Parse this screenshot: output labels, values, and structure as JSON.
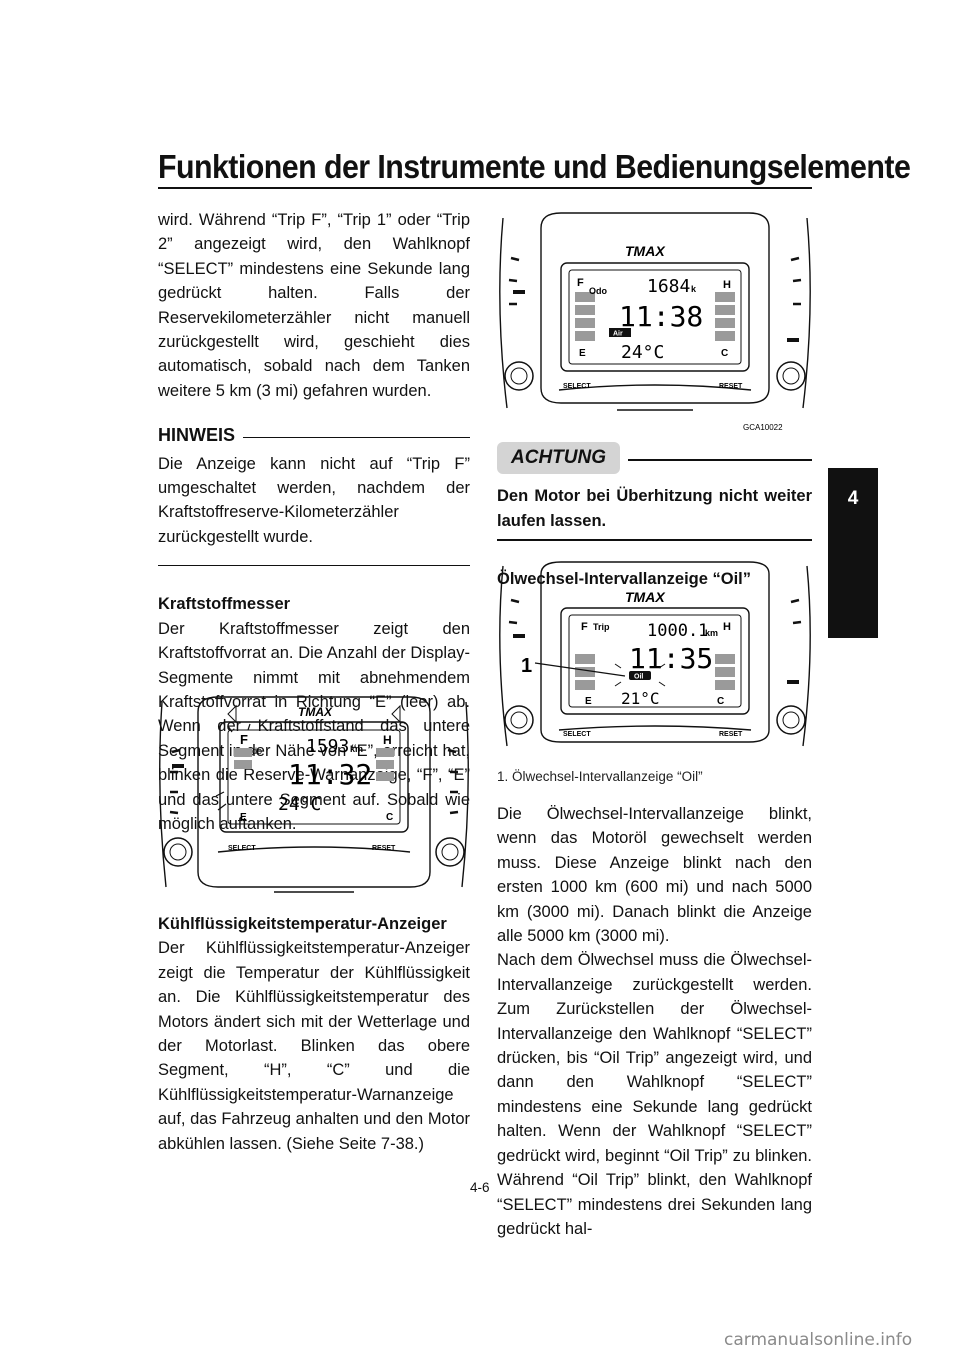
{
  "header": {
    "title": "Funktionen der Instrumente und Bedienungselemente"
  },
  "chapter_tab": "4",
  "page_number": "4-6",
  "watermark": "carmanualsonline.info",
  "left_column": {
    "intro_paragraph": "wird. Während “Trip F”, “Trip 1” oder “Trip 2” angezeigt wird, den Wahlknopf “SELECT” mindestens eine Sekunde lang gedrückt halten. Falls der Reservekilometerzähler nicht manuell zurückgestellt wird, geschieht dies automatisch, sobald nach dem Tanken weitere 5 km (3 mi) gefahren wurden.",
    "note_heading": "HINWEIS",
    "note_text": "Die Anzeige kann nicht auf “Trip F” umgeschaltet werden, nachdem der Kraftstoffreserve-Kilometerzähler zurückgestellt wurde.",
    "fuel_heading": "Kraftstoffmesser",
    "fuel_text": "Der Kraftstoffmesser zeigt den Kraftstoffvorrat an. Die Anzahl der Display-Segmente nimmt mit abnehmendem Kraftstoffvorrat in Richtung “E” (leer) ab. Wenn der Kraftstoffstand das untere Segment in der Nähe von “E”, erreicht hat, blinken die Reserve-Warnanzeige, “F”, “E” und das untere Segment auf. Sobald wie möglich auftanken.",
    "coolant_heading": "Kühlflüssigkeitstemperatur-Anzeiger",
    "coolant_text": "Der Kühlflüssigkeitstemperatur-Anzeiger zeigt die Temperatur der Kühlflüssigkeit an. Die Kühlflüssigkeitstemperatur des Motors ändert sich mit der Wetterlage und der Motorlast. Blinken das obere Segment, “H”, “C” und die Kühlflüssigkeitstemperatur-Warnanzeige auf, das Fahrzeug anhalten und den Motor abkühlen lassen. (Siehe Seite 7-38.)"
  },
  "right_column": {
    "figure_code": "GCA10022",
    "caution_badge": "ACHTUNG",
    "caution_text": "Den Motor bei Überhitzung nicht weiter laufen lassen.",
    "oil_heading": "Ölwechsel-Intervallanzeige “Oil”",
    "oil_caption": "1. Ölwechsel-Intervallanzeige “Oil”",
    "oil_text": "Die Ölwechsel-Intervallanzeige blinkt, wenn das Motoröl gewechselt werden muss. Diese Anzeige blinkt nach den ersten 1000 km (600 mi) und nach 5000 km (3000 mi). Danach blinkt die Anzeige alle 5000 km (3000 mi).\nNach dem Ölwechsel muss die Ölwechsel-Intervallanzeige zurückgestellt werden. Zum Zurückstellen der Ölwechsel-Intervallanzeige den Wahlknopf “SELECT” drücken, bis “Oil Trip” angezeigt wird, und dann den Wahlknopf “SELECT” mindestens eine Sekunde lang gedrückt halten. Wenn der Wahlknopf “SELECT” gedrückt wird, beginnt “Oil Trip” zu blinken. Während “Oil Trip” blinkt, den Wahlknopf “SELECT” mindestens drei Sekunden lang gedrückt hal-"
  },
  "dash_fuel": {
    "brand": "TMAX",
    "odo_label": "do",
    "odo": "1593",
    "odo_unit": "km",
    "clock": "11:32",
    "temp": "24°C",
    "F": "F",
    "H": "H",
    "E": "E",
    "C": "C",
    "select": "SELECT",
    "reset": "RESET"
  },
  "dash_temp": {
    "brand": "TMAX",
    "odo_label": "Odo",
    "odo": "1684",
    "odo_unit": "k",
    "clock": "11:38",
    "temp": "24°C",
    "air": "Air",
    "F": "F",
    "H": "H",
    "E": "E",
    "C": "C",
    "select": "SELECT",
    "reset": "RESET"
  },
  "dash_oil": {
    "brand": "TMAX",
    "odo_label": "Trip",
    "odo": "1000.1",
    "odo_unit": "km",
    "clock": "11:35",
    "temp": "21°C",
    "oil": "Oil",
    "callout": "1",
    "F": "F",
    "H": "H",
    "E": "E",
    "C": "C",
    "select": "SELECT",
    "reset": "RESET"
  }
}
